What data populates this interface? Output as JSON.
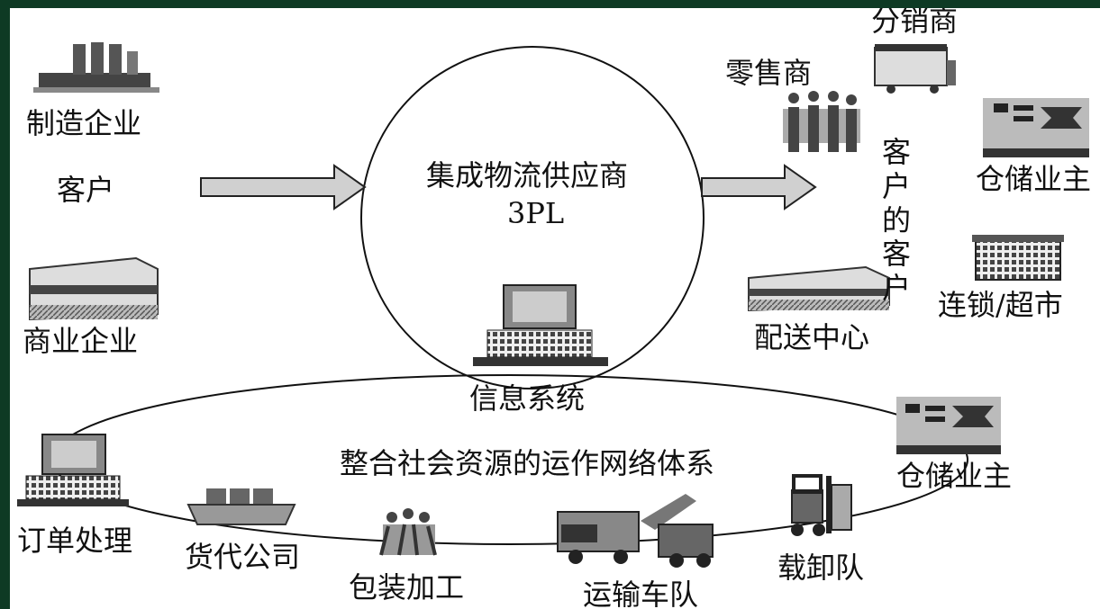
{
  "labels": {
    "manufacturer": "制造企业",
    "customer": "客户",
    "commercial": "商业企业",
    "hub_title": "集成物流供应商",
    "hub_sub": "3PL",
    "info_system": "信息系统",
    "distributor": "分销商",
    "retailer": "零售商",
    "customers_customer": [
      "客户",
      "的",
      "客户"
    ],
    "warehouse_owner_top": "仓储业主",
    "chain_supermarket": "连锁/超市",
    "distribution_center": "配送中心",
    "network": "整合社会资源的运作网络体系",
    "order_processing": "订单处理",
    "freight_forwarder": "货代公司",
    "packaging": "包装加工",
    "transport_fleet": "运输车队",
    "loading_team": "载卸队",
    "warehouse_owner_bottom": "仓储业主"
  },
  "colors": {
    "frame": "#0e3a24",
    "background": "#ffffff",
    "ink": "#111111",
    "arrow_fill": "#d0d0d0"
  },
  "icons": [
    "factory-icon",
    "building-icon",
    "computer-icon",
    "truck-icon",
    "people-icon",
    "warehouse-icon",
    "grid-building-icon",
    "ship-icon",
    "crowd-icon",
    "trucks-icon",
    "forklift-icon"
  ]
}
